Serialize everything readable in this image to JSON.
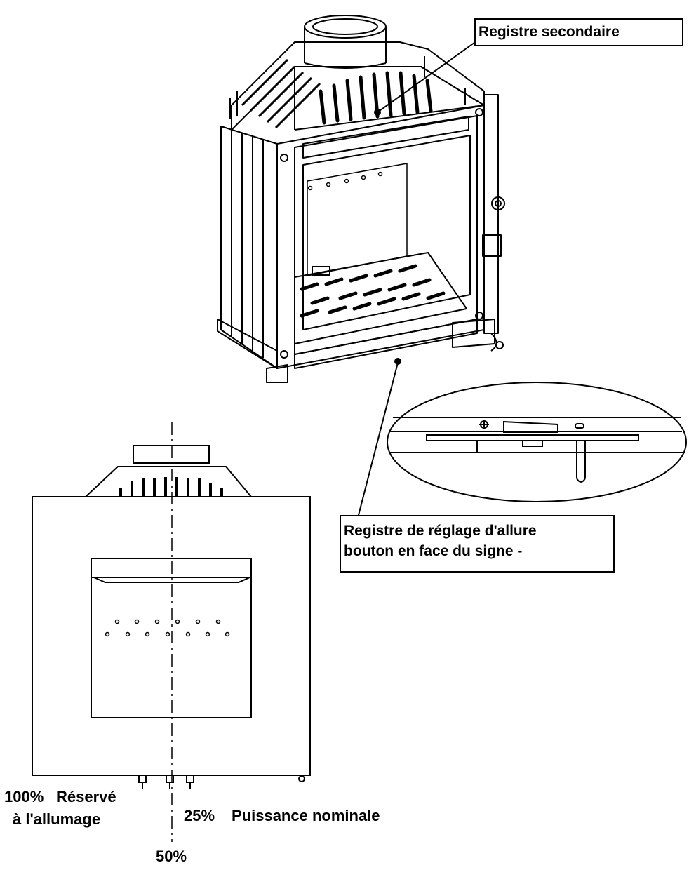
{
  "callouts": {
    "secondary_register": "Registre secondaire",
    "rate_register_line1": "Registre de réglage d'allure",
    "rate_register_line2": "bouton en face du signe -"
  },
  "settings": {
    "full": "100%",
    "ignition_line1": "Réservé",
    "ignition_line2": "à l'allumage",
    "quarter": "25%",
    "nominal": "Puissance nominale",
    "half": "50%"
  },
  "symbols": {
    "plus_icon": "plus-icon",
    "minus_icon": "minus-icon"
  },
  "colors": {
    "line": "#000000",
    "background": "#ffffff"
  }
}
